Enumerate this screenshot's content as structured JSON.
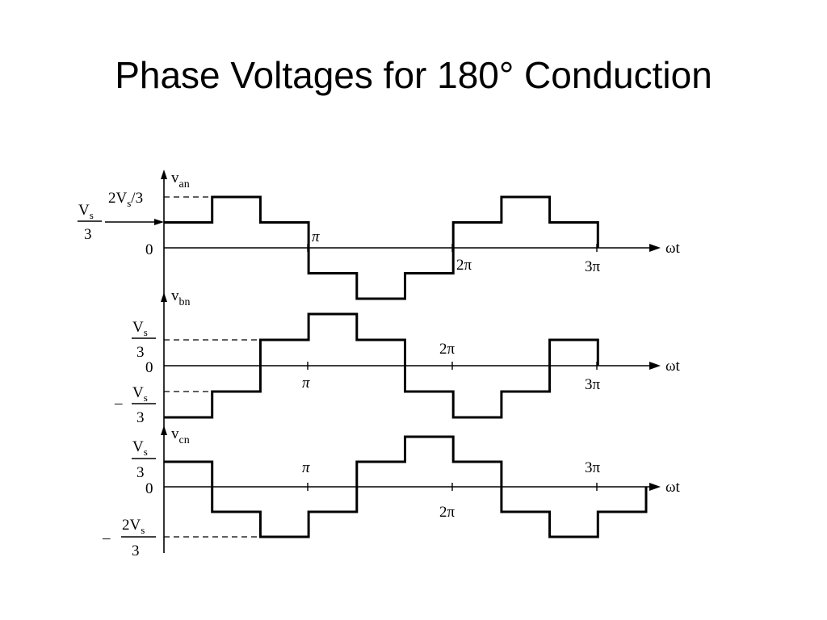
{
  "title": "Phase Voltages for 180° Conduction",
  "colors": {
    "ink": "#000000",
    "background": "#ffffff"
  },
  "time_axis_label": "ωt",
  "zero_label": "0",
  "tick_labels": {
    "pi": "π",
    "two_pi": "2π",
    "three_pi": "3π"
  },
  "level_labels": {
    "vs_over_3_num": "V",
    "vs_sub": "s",
    "vs_over_3_den": "3",
    "two_vs_over_3_inline": "2V",
    "two_vs_over_3_inline_tail": "/3",
    "two_vs_num": "2V",
    "minus": "–"
  },
  "phases": [
    {
      "id": "van",
      "label_main": "v",
      "label_sub": "an",
      "period_start_deg": 0,
      "levels_in_vs_thirds": [
        1,
        2,
        1,
        -1,
        -2,
        -1
      ]
    },
    {
      "id": "vbn",
      "label_main": "v",
      "label_sub": "bn",
      "period_start_deg": 0,
      "levels_in_vs_thirds": [
        -2,
        -1,
        1,
        2,
        1,
        -1
      ]
    },
    {
      "id": "vcn",
      "label_main": "v",
      "label_sub": "cn",
      "period_start_deg": 0,
      "levels_in_vs_thirds": [
        1,
        -1,
        -2,
        -1,
        1,
        2
      ]
    }
  ]
}
